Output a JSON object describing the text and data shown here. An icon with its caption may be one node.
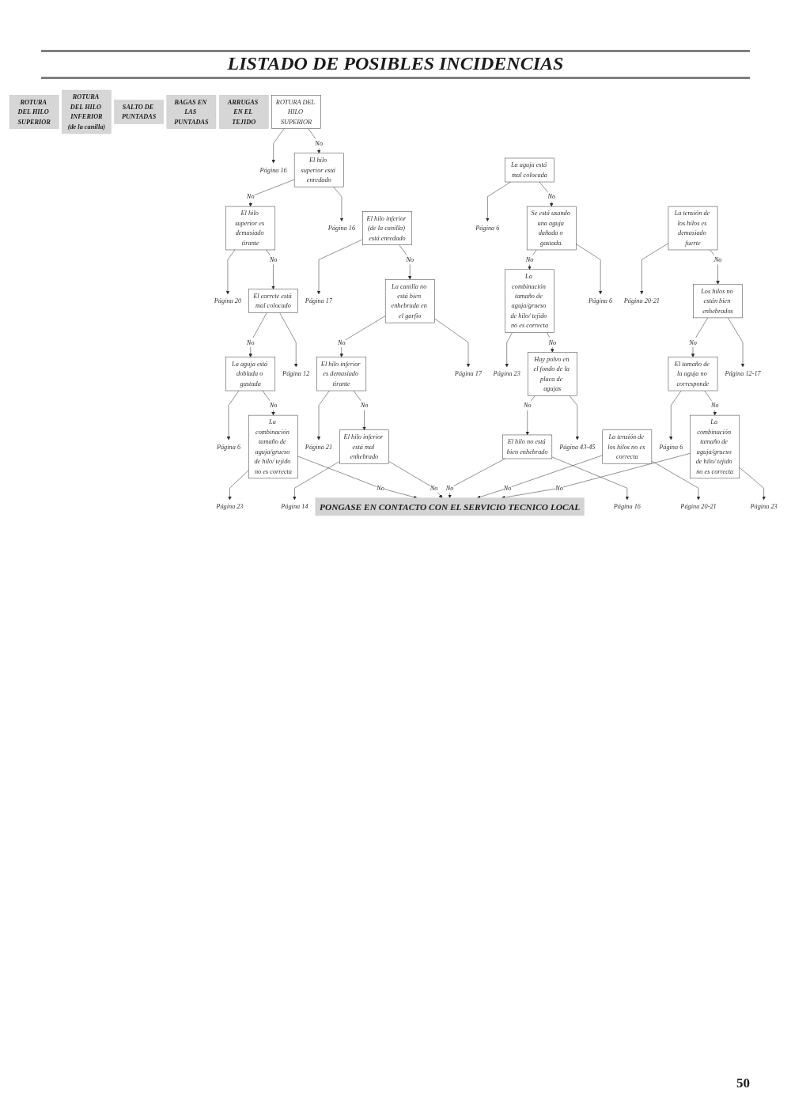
{
  "diagram": {
    "title": "LISTADO DE POSIBLES INCIDENCIAS",
    "nodes": [
      {
        "text": [
          "ROTURA DEL HILO SUPERIOR"
        ]
      },
      {
        "text": [
          "ROTURA DEL HILO INFERIOR",
          "(de la canilla)"
        ]
      },
      {
        "text": [
          "SALTO DE PUNTADAS"
        ]
      },
      {
        "text": [
          "BAGAS EN LAS PUNTADAS"
        ]
      },
      {
        "text": [
          "ARRUGAS EN EL TEJIDO"
        ]
      },
      {
        "text": [
          "ROTURA DEL HILO SUPERIOR"
        ]
      },
      {
        "text": [
          "Página 16"
        ]
      },
      {
        "text": [
          "El hilo superior está enredado"
        ]
      },
      {
        "text": [
          "Página 16"
        ]
      },
      {
        "text": [
          "El hilo superior es demasiado tirante"
        ]
      },
      {
        "text": [
          "Página 20"
        ]
      },
      {
        "text": [
          "El carrete está mal colocado"
        ]
      },
      {
        "text": [
          "Página 12"
        ]
      },
      {
        "text": [
          "La aguja está doblada o gastada"
        ]
      },
      {
        "text": [
          "Página 6"
        ]
      },
      {
        "text": [
          "La combinación tamaño de aguja/grueso de hilo/ tejido no es correcta"
        ]
      },
      {
        "text": [
          "Página 23"
        ]
      },
      {
        "text": [
          "El hilo inferior (de la canilla) está enredado"
        ]
      },
      {
        "text": [
          "Página 17"
        ]
      },
      {
        "text": [
          "La canilla no está bien enhebrada en el garfio"
        ]
      },
      {
        "text": [
          "Página 17"
        ]
      },
      {
        "text": [
          "El hilo inferior es demasiado tirante"
        ]
      },
      {
        "text": [
          "Página 21"
        ]
      },
      {
        "text": [
          "El hilo inferior está mal enhebrado"
        ]
      },
      {
        "text": [
          "Página 14"
        ]
      },
      {
        "text": [
          "La aguja está mal colocada"
        ]
      },
      {
        "text": [
          "Página 6"
        ]
      },
      {
        "text": [
          "Se está usando una aguja dañada o gastada."
        ]
      },
      {
        "text": [
          "Página 6"
        ]
      },
      {
        "text": [
          "La combinación tamaño de aguja/grueso de hilo/ tejido no es correcta"
        ]
      },
      {
        "text": [
          "Página 23"
        ]
      },
      {
        "text": [
          "Hay polvo en el fondo de la placa de agujas"
        ]
      },
      {
        "text": [
          "Página 43-45"
        ]
      },
      {
        "text": [
          "El hilo no está bien enhebrado"
        ]
      },
      {
        "text": [
          "Página 16"
        ]
      },
      {
        "text": [
          "La tensión de los hilos no es correcta"
        ]
      },
      {
        "text": [
          "Página 20-21"
        ]
      },
      {
        "text": [
          "La tensión de los hilos es demasiado fuerte"
        ]
      },
      {
        "text": [
          "Página 20-21"
        ]
      },
      {
        "text": [
          "Los hilos no están bien enhebrados"
        ]
      },
      {
        "text": [
          "Página 12-17"
        ]
      },
      {
        "text": [
          "El tamaño de la aguja no corresponde"
        ]
      },
      {
        "text": [
          "Página 6"
        ]
      },
      {
        "text": [
          "La combinación tamaño de aguja/grueso de hilo/ tejido no es correcta"
        ]
      },
      {
        "text": [
          "Página 23"
        ]
      },
      {
        "text": [
          "PONGASE EN CONTACTO CON EL SERVICIO TECNICO LOCAL"
        ]
      }
    ],
    "edges": [
      {
        "from": 5,
        "to": 6,
        "arrow": "to"
      },
      {
        "from": 5,
        "to": 7,
        "arrow": "to",
        "label": "No"
      },
      {
        "from": 7,
        "to": 9,
        "arrow": "to",
        "label": "No"
      },
      {
        "from": 7,
        "to": 8,
        "arrow": "to"
      },
      {
        "from": 9,
        "to": 10,
        "arrow": "to"
      },
      {
        "from": 9,
        "to": 11,
        "arrow": "to",
        "label": "No"
      },
      {
        "from": 11,
        "to": 13,
        "arrow": "to",
        "label": "No"
      },
      {
        "from": 11,
        "to": 12,
        "arrow": "to"
      },
      {
        "from": 13,
        "to": 14,
        "arrow": "to"
      },
      {
        "from": 13,
        "to": 15,
        "arrow": "to",
        "label": "No"
      },
      {
        "from": 15,
        "to": 45,
        "arrow": "to",
        "label": "No"
      },
      {
        "from": 15,
        "to": 16,
        "arrow": "to"
      },
      {
        "from": 17,
        "to": 18,
        "arrow": "to"
      },
      {
        "from": 17,
        "to": 19,
        "arrow": "to",
        "label": "No"
      },
      {
        "from": 19,
        "to": 21,
        "arrow": "to",
        "label": "No"
      },
      {
        "from": 19,
        "to": 20,
        "arrow": "to"
      },
      {
        "from": 21,
        "to": 22,
        "arrow": "to"
      },
      {
        "from": 21,
        "to": 23,
        "arrow": "to",
        "label": "No"
      },
      {
        "from": 23,
        "to": 45,
        "arrow": "to",
        "label": "No"
      },
      {
        "from": 23,
        "to": 24,
        "arrow": "to"
      },
      {
        "from": 25,
        "to": 26,
        "arrow": "to"
      },
      {
        "from": 25,
        "to": 27,
        "arrow": "to",
        "label": "No"
      },
      {
        "from": 27,
        "to": 29,
        "arrow": "to",
        "label": "No"
      },
      {
        "from": 27,
        "to": 28,
        "arrow": "to"
      },
      {
        "from": 29,
        "to": 30,
        "arrow": "to"
      },
      {
        "from": 29,
        "to": 31,
        "arrow": "to",
        "label": "No"
      },
      {
        "from": 31,
        "to": 33,
        "arrow": "to",
        "label": "No"
      },
      {
        "from": 31,
        "to": 32,
        "arrow": "to"
      },
      {
        "from": 33,
        "to": 34,
        "arrow": "to"
      },
      {
        "from": 33,
        "to": 45,
        "arrow": "to",
        "label": "No"
      },
      {
        "from": 35,
        "to": 36,
        "arrow": "to"
      },
      {
        "from": 35,
        "to": 45,
        "arrow": "to",
        "label": "No"
      },
      {
        "from": 37,
        "to": 38,
        "arrow": "to"
      },
      {
        "from": 37,
        "to": 39,
        "arrow": "to",
        "label": "No"
      },
      {
        "from": 39,
        "to": 41,
        "arrow": "to",
        "label": "No"
      },
      {
        "from": 39,
        "to": 40,
        "arrow": "to"
      },
      {
        "from": 41,
        "to": 42,
        "arrow": "to"
      },
      {
        "from": 41,
        "to": 43,
        "arrow": "to",
        "label": "No"
      },
      {
        "from": 43,
        "to": 45,
        "arrow": "to",
        "label": "No"
      },
      {
        "from": 43,
        "to": 44,
        "arrow": "to"
      }
    ],
    "labels": [
      "50"
    ]
  }
}
